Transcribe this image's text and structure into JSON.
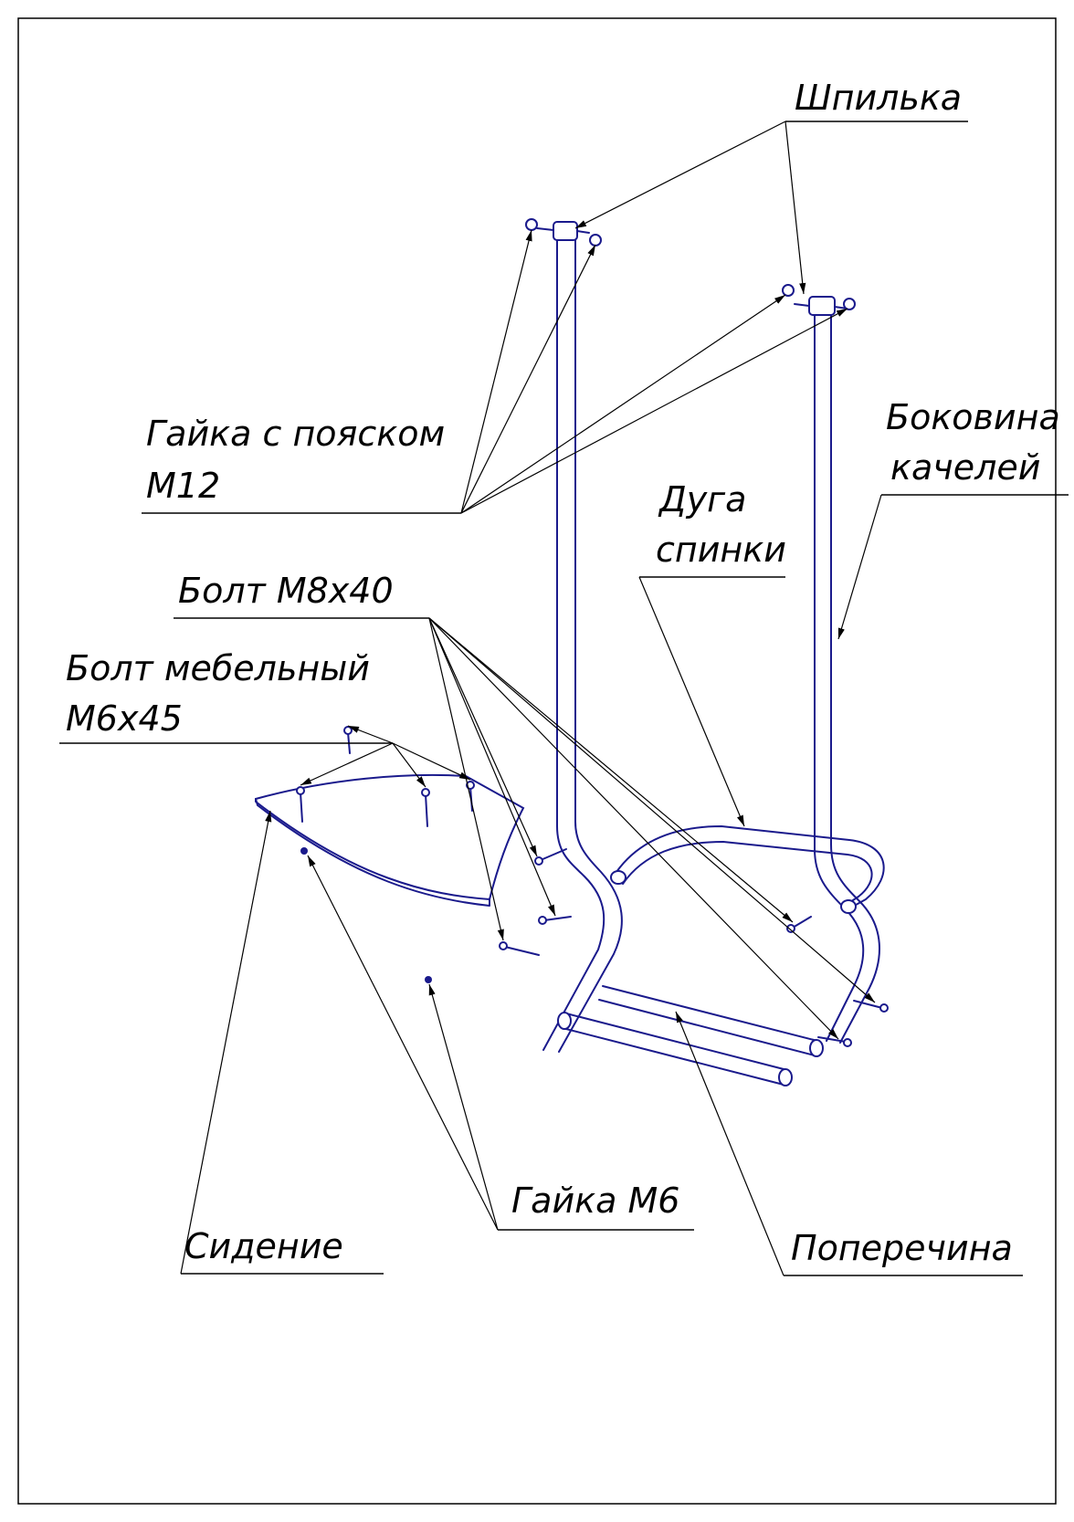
{
  "labels": {
    "shpilka": "Шпилька",
    "gaika_poyasok_1": "Гайка с пояском",
    "gaika_poyasok_2": "M12",
    "bokovina_1": "Боковина",
    "bokovina_2": "качелей",
    "duga_1": "Дуга",
    "duga_2": "спинки",
    "bolt_m8": "Болт M8x40",
    "bolt_meb_1": "Болт мебельный",
    "bolt_meb_2": "M6x45",
    "gaika_m6": "Гайка M6",
    "sidenie": "Сидение",
    "poperechina": "Поперечина"
  },
  "colors": {
    "parts": "#1a1a8c",
    "leaders": "#000000",
    "background": "#ffffff"
  }
}
